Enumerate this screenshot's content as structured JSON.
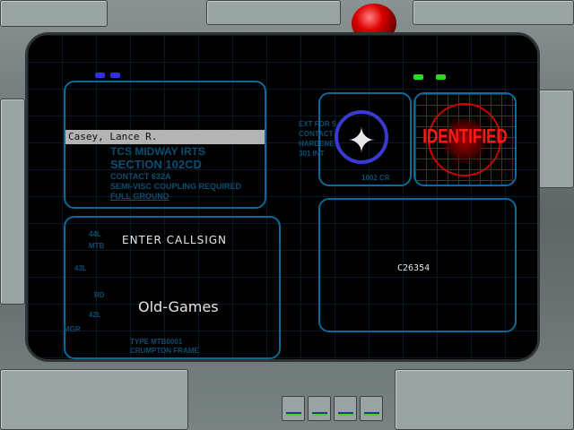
{
  "roster": {
    "selected_name": "Casey, Lance R."
  },
  "background_text": {
    "left_top": [
      "TCS MIDWAY IRTS",
      "SECTION 102CD",
      "CONTACT 632A",
      "SEMI-VISC COUPLING REQUIRED",
      "FULL GROUND"
    ],
    "mid": [
      "EXT FOR S",
      "CONTACT",
      "HARDENE",
      "301 INT"
    ],
    "badge_caption": "1002 CR",
    "diagram_labels": [
      "44L",
      "MTB",
      "43L",
      "RD",
      "42L",
      "MGR"
    ],
    "frame_caption": [
      "TYPE MTB0001",
      "CRUMPTON FRAME"
    ]
  },
  "callsign": {
    "prompt": "ENTER CALLSIGN",
    "value": "Old-Games"
  },
  "status": {
    "label": "IDENTIFIED",
    "serial": "C26354"
  },
  "colors": {
    "accent": "#0a6a9a",
    "identified": "#ff1a1a",
    "namebar": "#b4b4b4"
  }
}
